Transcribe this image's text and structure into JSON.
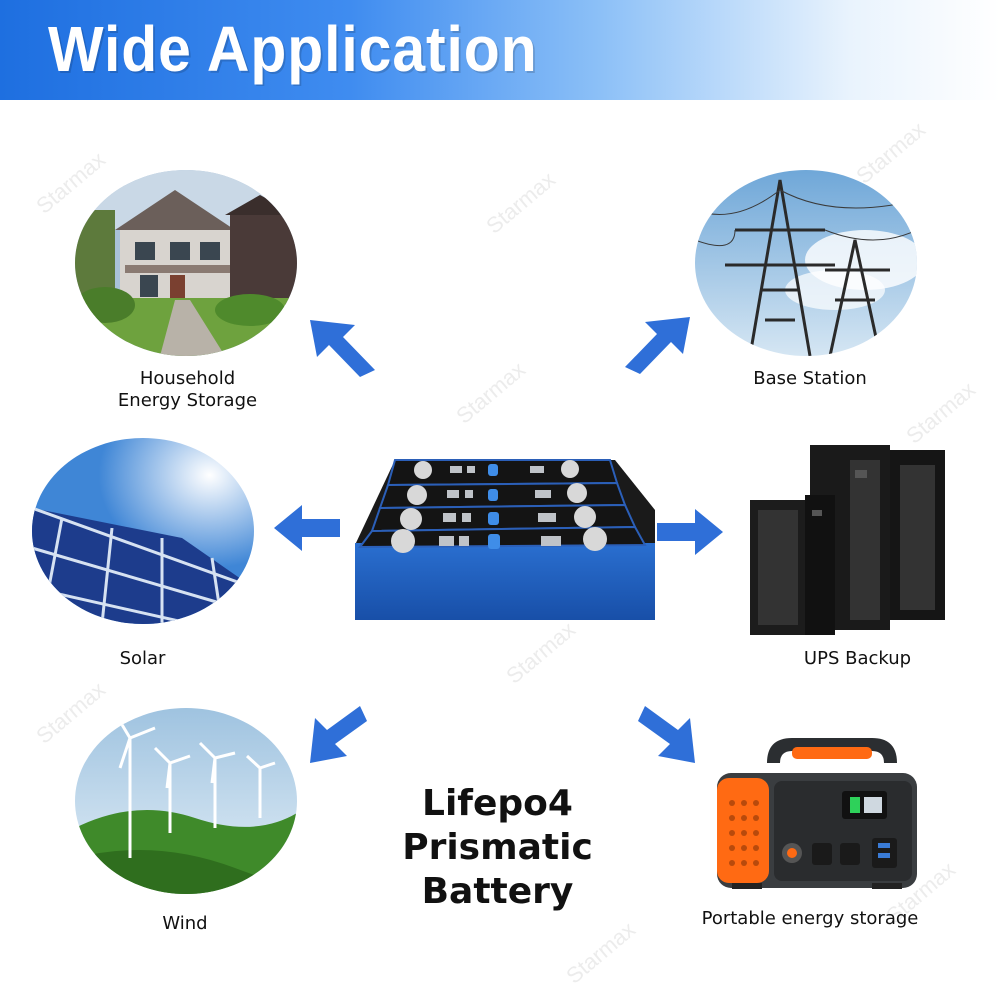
{
  "header": {
    "title": "Wide Application"
  },
  "watermark": {
    "text": "Starmax"
  },
  "center": {
    "title_line1": "Lifepo4 Prismatic",
    "title_line2": "Battery"
  },
  "applications": {
    "household": {
      "line1": "Household",
      "line2": "Energy Storage",
      "icon": "house-photo"
    },
    "base_station": {
      "label": "Base Station",
      "icon": "power-tower-photo"
    },
    "solar": {
      "label": "Solar",
      "icon": "solar-panel-photo"
    },
    "ups": {
      "label": "UPS Backup",
      "icon": "ups-cabinet-photo"
    },
    "wind": {
      "label": "Wind",
      "icon": "wind-turbine-photo"
    },
    "portable": {
      "label": "Portable energy storage",
      "icon": "portable-power-station-photo"
    }
  },
  "colors": {
    "accent": "#2f6fd8",
    "banner_start": "#1e6fe0",
    "battery_blue": "#1f5fc4",
    "orange": "#ff6a13"
  }
}
